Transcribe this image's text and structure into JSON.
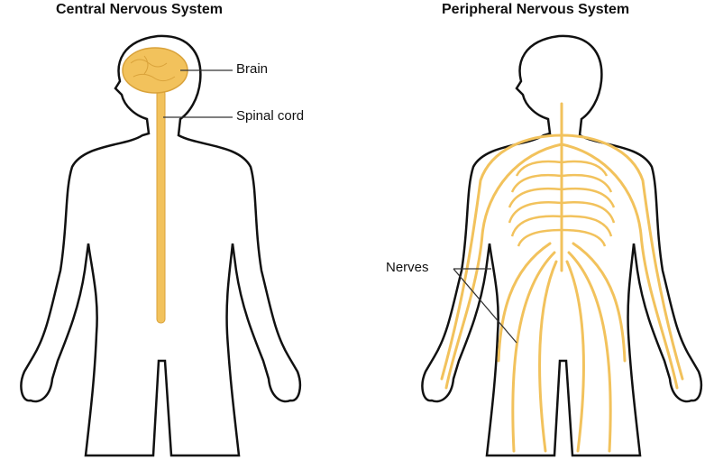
{
  "titles": {
    "central": "Central Nervous System",
    "peripheral": "Peripheral Nervous System"
  },
  "labels": {
    "brain": "Brain",
    "spinal_cord": "Spinal cord",
    "nerves": "Nerves"
  },
  "colors": {
    "nerve": "#f2c25c",
    "nerve_dark": "#d9a23a",
    "outline": "#111111"
  }
}
